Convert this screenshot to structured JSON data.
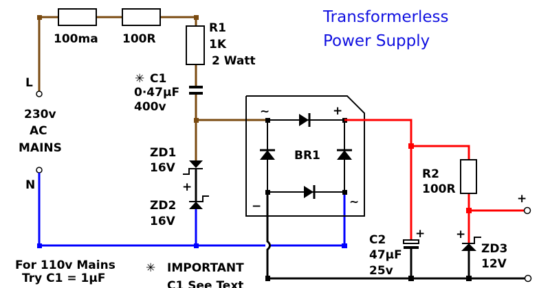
{
  "title": {
    "line1": "Transformerless",
    "line2": "Power Supply"
  },
  "colors": {
    "live": "#7a4a10",
    "neutral": "#0000ff",
    "positive": "#ff0000",
    "negative": "#000000",
    "title": "#1010e0"
  },
  "mains": {
    "live_label": "L",
    "neutral_label": "N",
    "voltage": "230v",
    "type": "AC",
    "label": "MAINS"
  },
  "fuse": {
    "value": "100ma"
  },
  "r_series": {
    "value": "100R"
  },
  "r1": {
    "name": "R1",
    "value": "1K",
    "power": "2 Watt"
  },
  "c1": {
    "mark": "✳",
    "name": "C1",
    "value": "0·47μF",
    "voltage": "400v"
  },
  "zd1": {
    "name": "ZD1",
    "value": "16V"
  },
  "zd2": {
    "name": "ZD2",
    "value": "16V"
  },
  "bridge": {
    "name": "BR1",
    "ac_symbol": "~",
    "plus": "+",
    "minus": "−"
  },
  "c2": {
    "name": "C2",
    "value": "47μF",
    "voltage": "25v",
    "plus": "+"
  },
  "r2": {
    "name": "R2",
    "value": "100R"
  },
  "zd3": {
    "name": "ZD3",
    "value": "12V",
    "plus": "+"
  },
  "output": {
    "plus": "+"
  },
  "zener_plus": "+",
  "notes": {
    "line1": "For 110v Mains",
    "line2": "Try C1 = 1μF",
    "important_mark": "✳",
    "important": "IMPORTANT",
    "see_text": "C1 See Text"
  }
}
